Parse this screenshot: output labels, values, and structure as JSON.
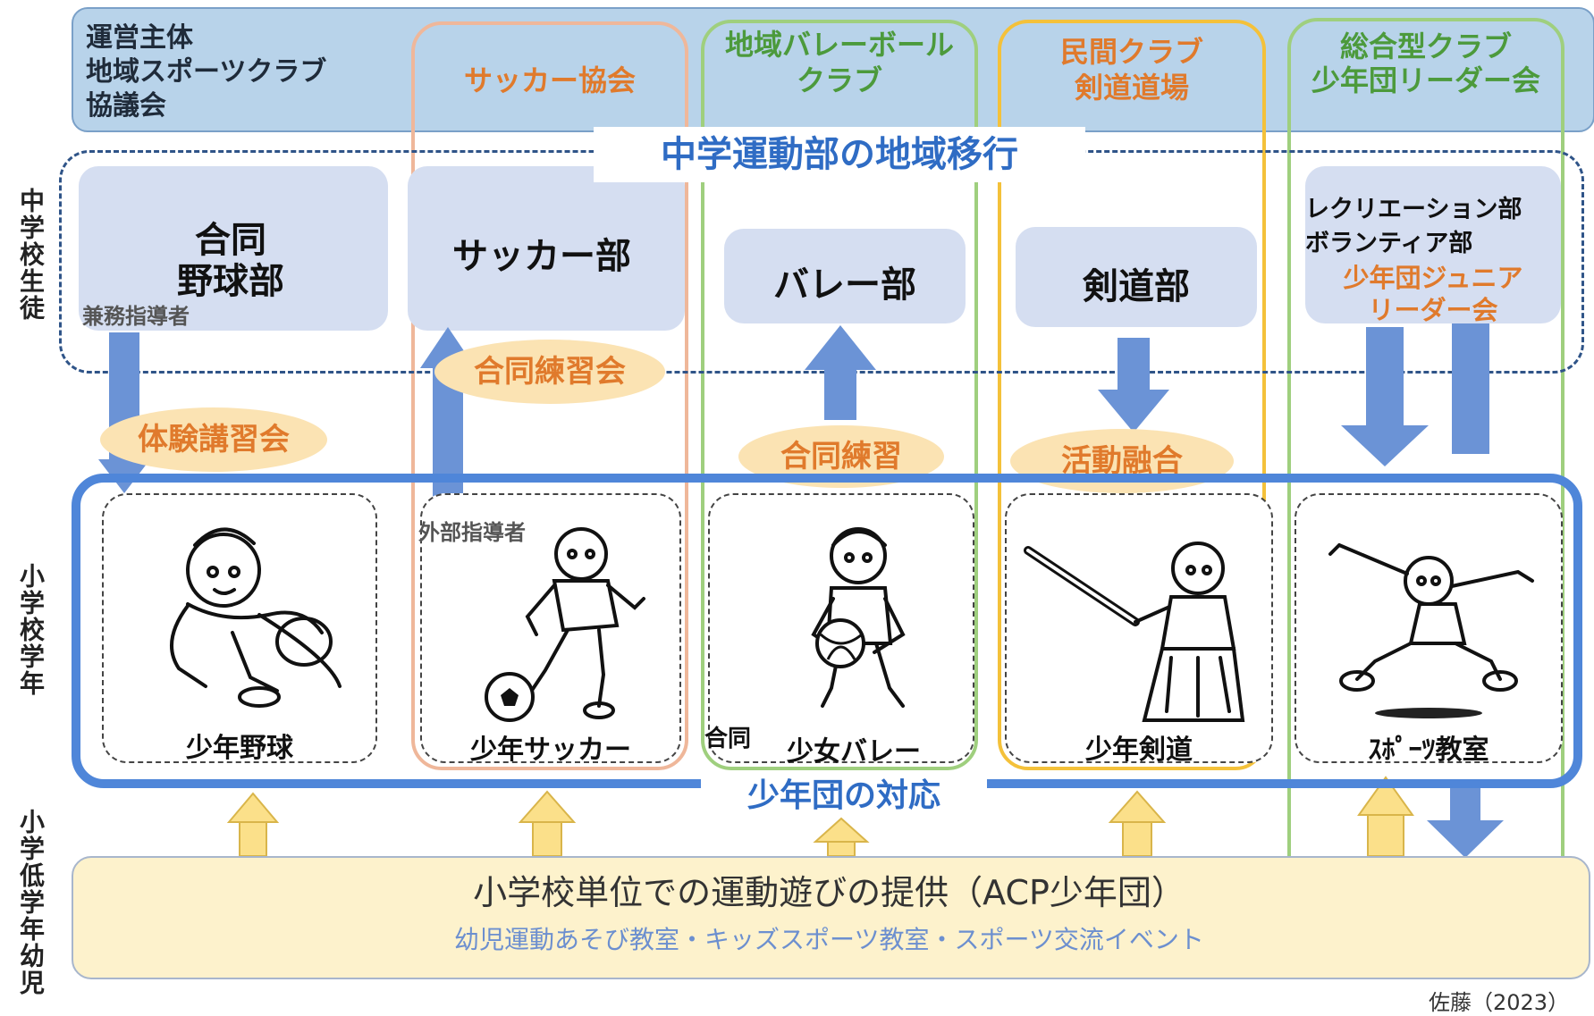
{
  "operating_body": {
    "line1": "運営主体",
    "line2": "地域スポーツクラブ",
    "line3": "協議会"
  },
  "orgs": {
    "soccer": "サッカー協会",
    "volley_l1": "地域バレーボール",
    "volley_l2": "クラブ",
    "kendo_l1": "民間クラブ",
    "kendo_l2": "剣道道場",
    "sogo_l1": "総合型クラブ",
    "sogo_l2": "少年団リーダー会"
  },
  "side_labels": {
    "middle_school": "中学校生徒",
    "elementary": "小学校学年",
    "lower": "小学低学年幼児"
  },
  "middle": {
    "title": "中学運動部の地域移行",
    "baseball_l1": "合同",
    "baseball_l2": "野球部",
    "baseball_note": "兼務指導者",
    "soccer": "サッカー部",
    "volley": "バレー部",
    "kendo": "剣道部",
    "rec_l1": "レクリエーション部",
    "rec_l2": "ボランティア部",
    "rec_l3": "少年団ジュニア",
    "rec_l4": "リーダー会"
  },
  "ovals": {
    "taiken": "体験講習会",
    "godo_kai": "合同練習会",
    "godo": "合同練習",
    "yugo": "活動融合"
  },
  "elementary": {
    "band_label": "少年団の対応",
    "soccer_note": "外部指導者",
    "volley_note": "合同",
    "captions": [
      "少年野球",
      "少年サッカー",
      "少女バレー",
      "少年剣道",
      "ｽﾎﾟｰﾂ教室"
    ]
  },
  "bottom": {
    "main": "小学校単位での運動遊びの提供（ACP少年団）",
    "sub": "幼児運動あそび教室・キッズスポーツ教室・スポーツ交流イベント"
  },
  "credit": "佐藤（2023）",
  "colors": {
    "blue_arrow": "#6b93d6",
    "yellow_arrow": "#fbe08a",
    "orange": "#e07a2c",
    "green": "#9fcf7e"
  },
  "icons": [
    "baseball-player-icon",
    "soccer-player-icon",
    "volleyball-player-icon",
    "kendo-player-icon",
    "jumping-child-icon"
  ]
}
